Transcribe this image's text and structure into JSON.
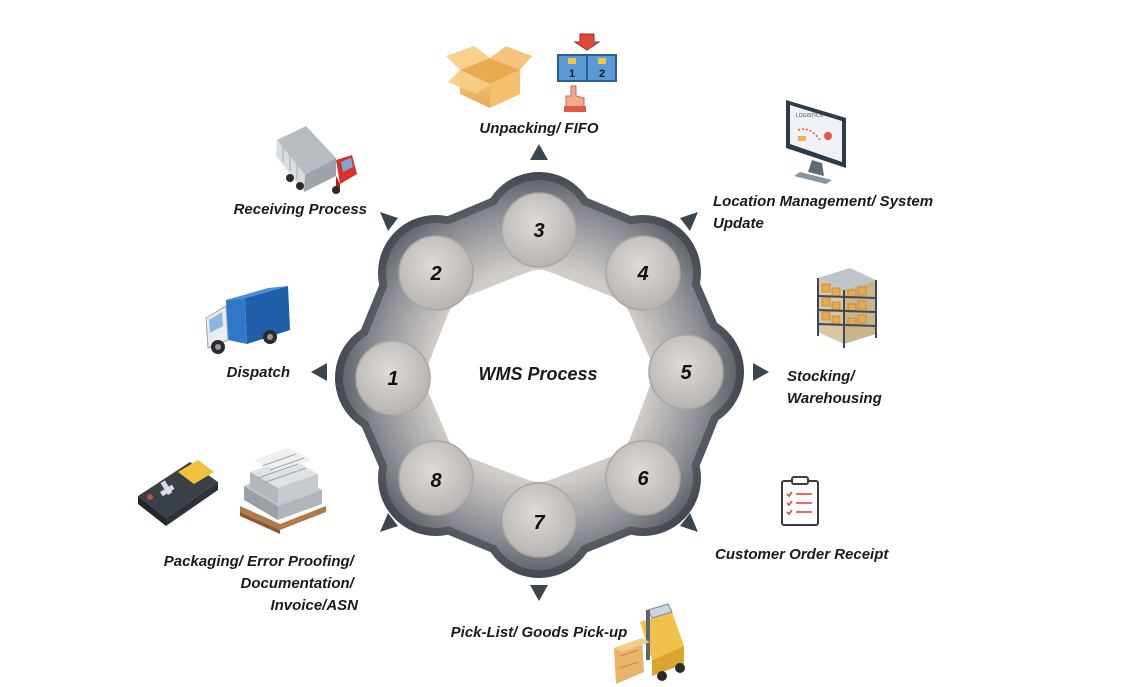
{
  "center_title": "WMS Process",
  "steps": [
    {
      "number": "1",
      "label_lines": [
        "Dispatch"
      ]
    },
    {
      "number": "2",
      "label_lines": [
        "Receiving Process"
      ]
    },
    {
      "number": "3",
      "label_lines": [
        "Unpacking/ FIFO"
      ]
    },
    {
      "number": "4",
      "label_lines": [
        "Location Management/ System",
        "Update"
      ]
    },
    {
      "number": "5",
      "label_lines": [
        "Stocking/",
        "Warehousing"
      ]
    },
    {
      "number": "6",
      "label_lines": [
        "Customer Order Receipt"
      ]
    },
    {
      "number": "7",
      "label_lines": [
        "Pick-List/ Goods Pick-up"
      ]
    },
    {
      "number": "8",
      "label_lines": [
        "Packaging/ Error Proofing/",
        "Documentation/",
        "Invoice/ASN"
      ]
    }
  ],
  "icons": [
    "delivery-truck-icon",
    "container-truck-icon",
    "open-box-icon",
    "fifo-boxes-icon",
    "logistics-monitor-icon",
    "warehouse-shelves-icon",
    "order-clipboard-icon",
    "forklift-icon",
    "barcode-scanner-icon",
    "pallet-stack-icon"
  ],
  "icon_text": {
    "fifo_box_1": "1",
    "fifo_box_2": "2",
    "monitor_screen": "LOGISTICS"
  },
  "colors": {
    "chain_dark": "#575b64",
    "chain_light": "#d6d3d0",
    "link_face": "#c9c6c3",
    "arrow": "#3c4650",
    "text": "#1b1b1b"
  }
}
